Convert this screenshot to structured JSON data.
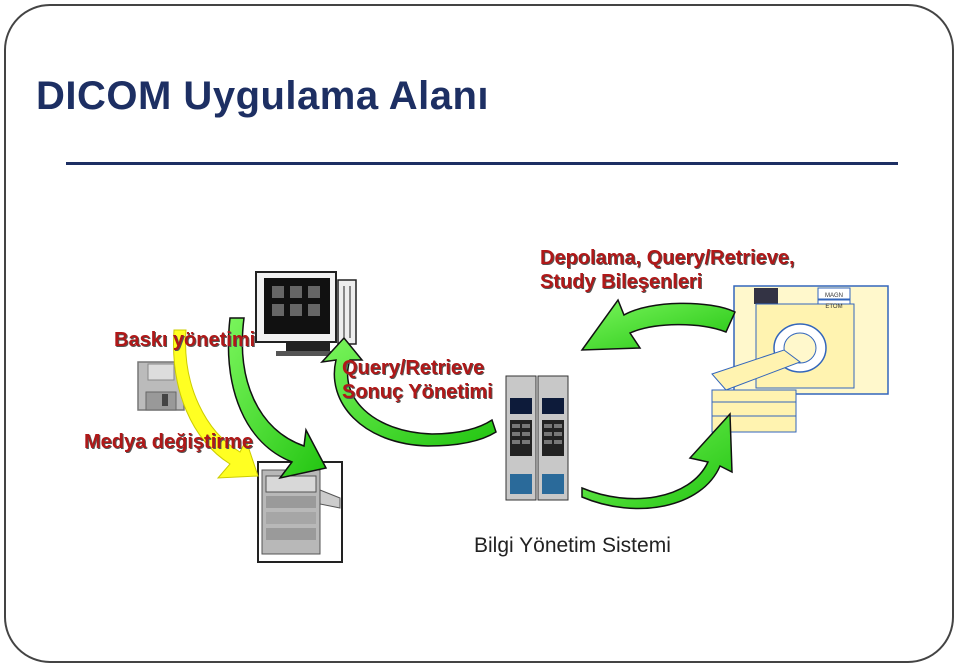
{
  "title": "DICOM Uygulama Alanı",
  "labels": {
    "storage_line1": "Depolama, Query/Retrieve,",
    "storage_line2": "Study Bileşenleri",
    "print": "Baskı yönetimi",
    "media": "Medya değiştirme",
    "qr_line1": "Query/Retrieve",
    "qr_line2": "Sonuç Yönetimi",
    "his": "Bilgi Yönetim Sistemi",
    "mri_sign_top": "MAGN",
    "mri_sign_bottom": "ETOM"
  },
  "colors": {
    "title": "#1d2f63",
    "label_red": "#b01818",
    "arrow_green": "#33dd22",
    "arrow_yellow": "#ffff22"
  }
}
